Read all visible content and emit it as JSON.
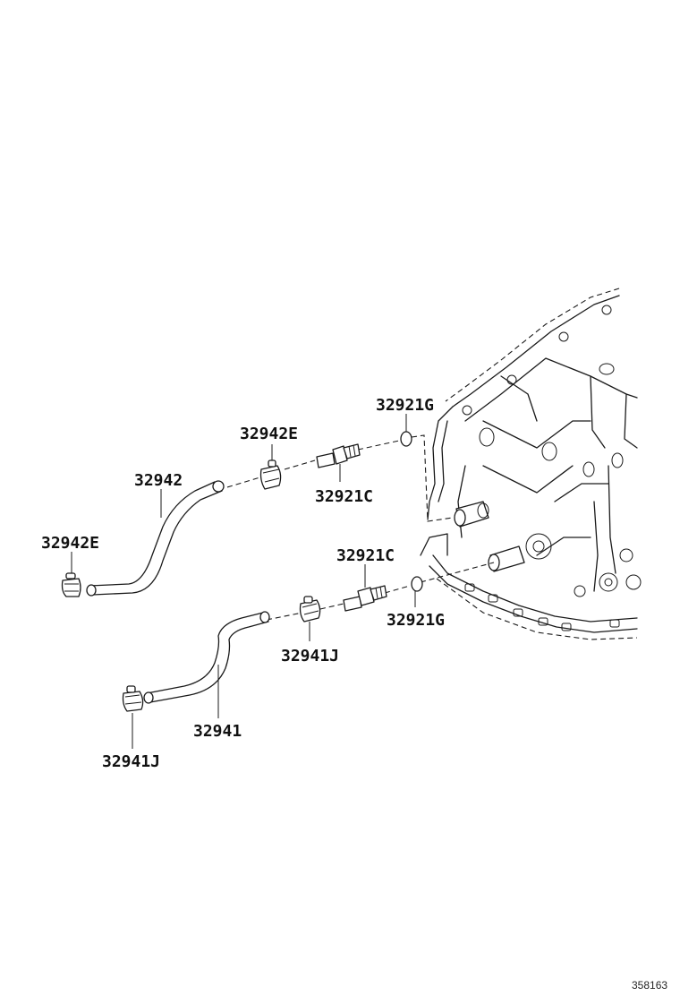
{
  "diagram": {
    "labels": {
      "p32921G_top": "32921G",
      "p32942E_top": "32942E",
      "p32942": "32942",
      "p32921C_top": "32921C",
      "p32942E_left": "32942E",
      "p32921C_bottom": "32921C",
      "p32921G_bottom": "32921G",
      "p32941J_right": "32941J",
      "p32941": "32941",
      "p32941J_left": "32941J"
    },
    "reference_number": "358163"
  }
}
